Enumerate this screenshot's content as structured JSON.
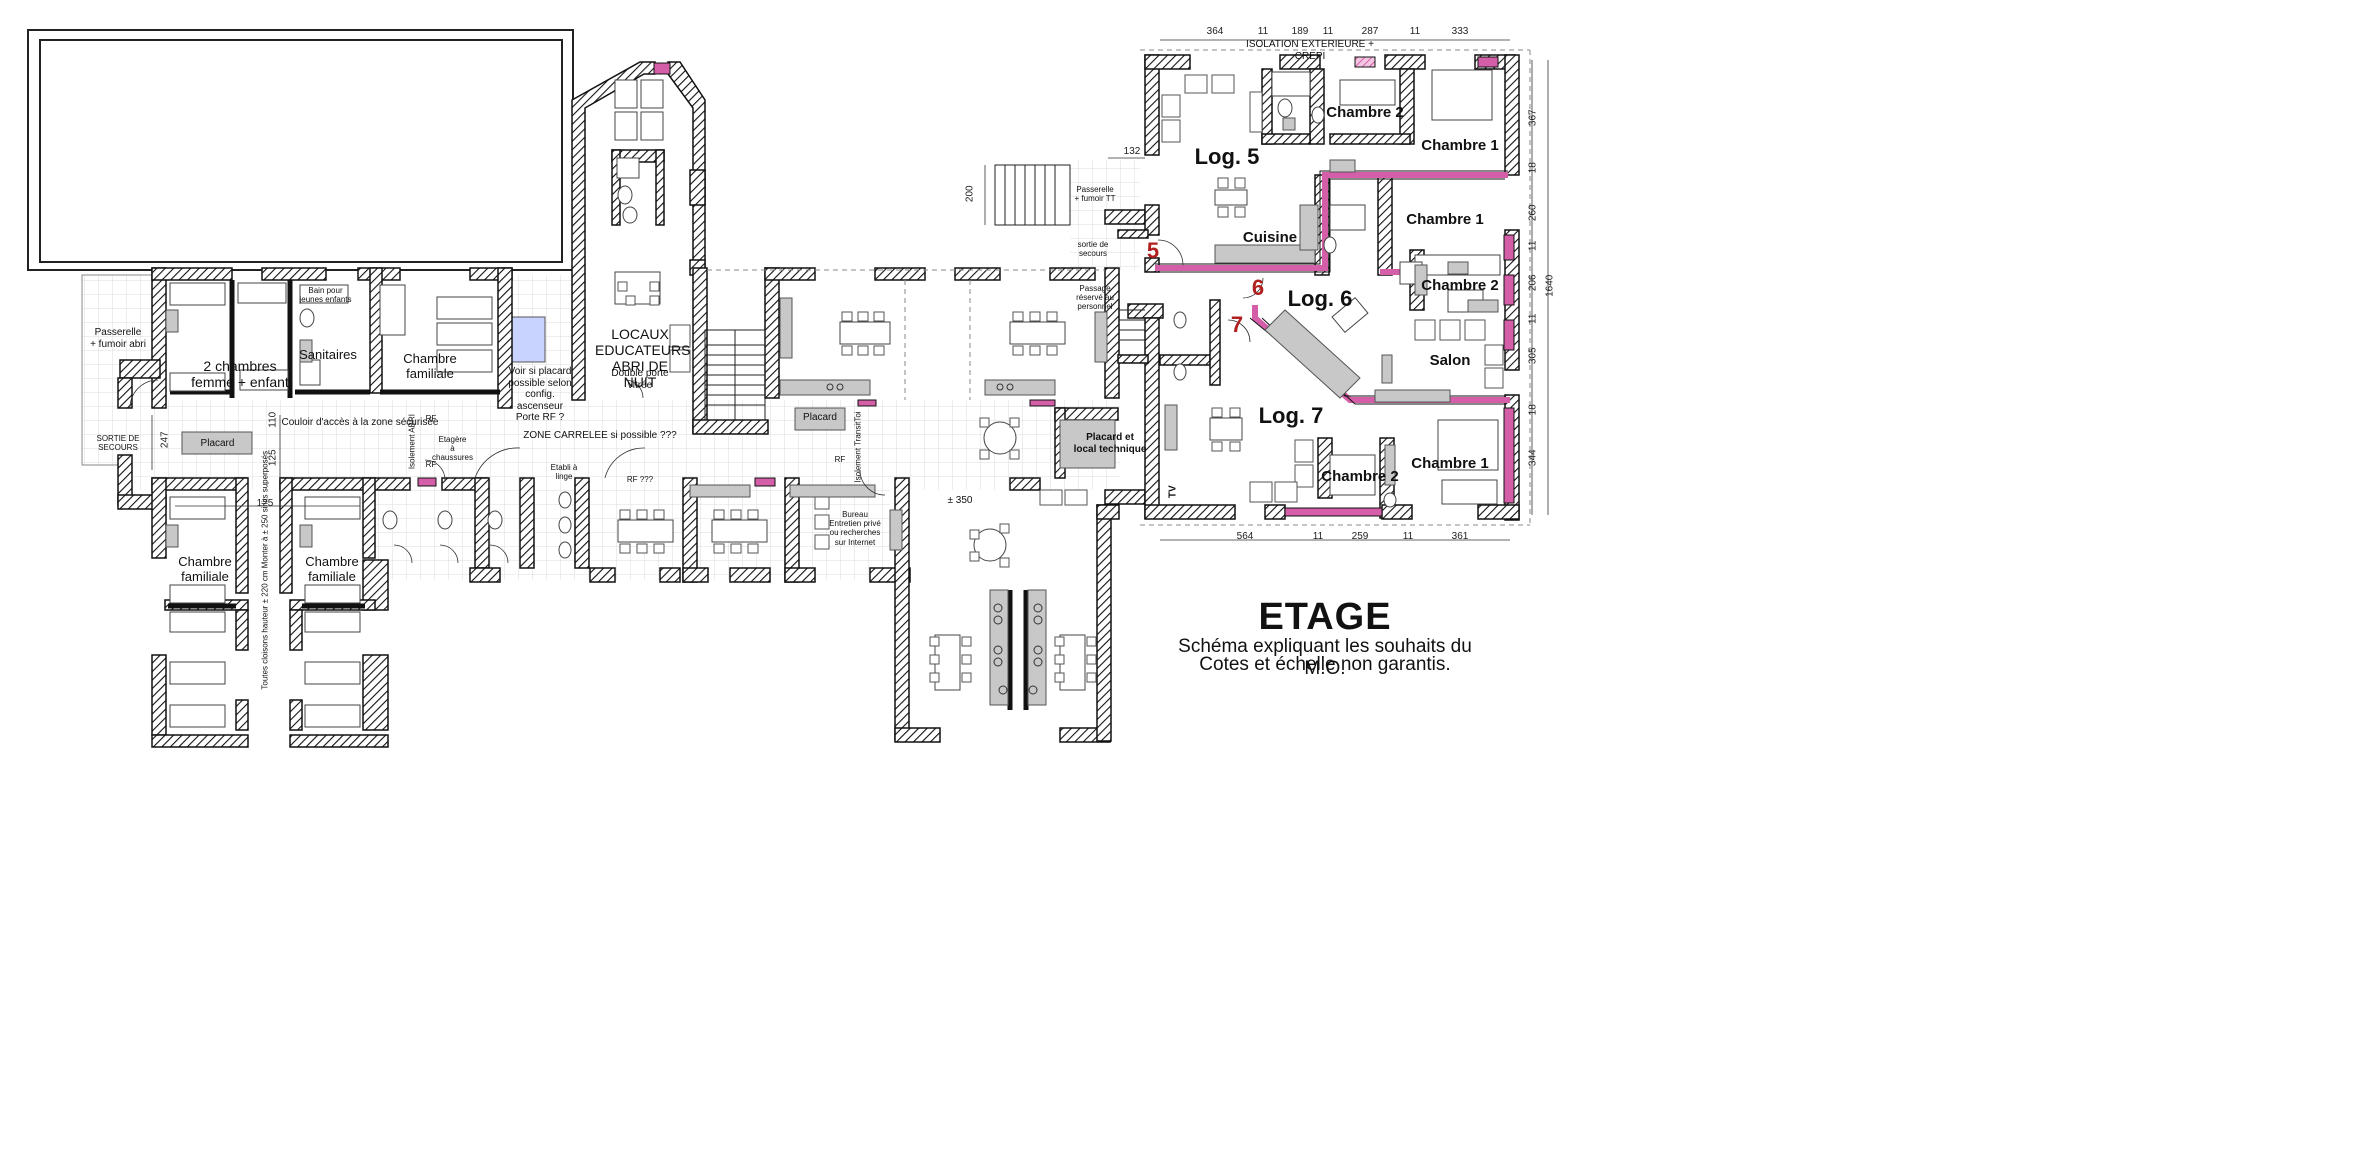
{
  "title": "ETAGE",
  "subtitle_line1": "Schéma expliquant les souhaits du M.O.",
  "subtitle_line2": "Cotes et échelle non garantis.",
  "colors": {
    "wall_fill": "#ffffff",
    "wall_hatch": "#111111",
    "pink_marker": "#d45fa8",
    "blue_area": "#c9d3ff",
    "furniture_grey": "#c8c8c8",
    "tile_grid": "#cfcfcf"
  },
  "rooms": {
    "passerelle_left": "Passerelle\n+ fumoir abri",
    "sortie_secours": "SORTIE DE\nSECOURS",
    "deux_chambres": "2 chambres\nfemme + enfant",
    "bain": "Bain pour\njeunes enfants",
    "sanitaires": "Sanitaires",
    "chambre_familiale_top": "Chambre familiale",
    "voir_placard": "Voir si placard\npossible selon\nconfig. ascenseur\nPorte RF ?",
    "locaux": "LOCAUX\nEDUCATEURS\nABRI DE NUIT",
    "double_porte": "Double porte\nvitrée",
    "couloir": "Couloir d'accès à la zone sécurisée",
    "placard_left": "Placard",
    "etagere": "Etagère\nà chaussures",
    "isolement": "Isolement ABRI",
    "zone_carrelee": "ZONE CARRELEE si possible ???",
    "placard_mid": "Placard",
    "rf1": "RF",
    "rf2": "RF",
    "rf3": "RF",
    "rf4": "RF ???",
    "isolement_transitoi": "Isolement\nTransitToi",
    "placard_technique": "Placard et\nlocal technique",
    "passage": "Passage\nréservé au\npersonnel",
    "passerelle_right": "Passerelle\n+ fumoir TT",
    "sortie_right": "sortie de\nsecours",
    "bureau": "Bureau\nEntretien privé\nou recherches\nsur Internet",
    "chambre_familiale_b1": "Chambre\nfamiliale",
    "chambre_familiale_b2": "Chambre\nfamiliale",
    "cloisons_note": "Toutes cloisons hauteur ± 220 cm\nMonter à ± 250 si lits superposés",
    "level_350": "± 350",
    "etabli": "Etabli à linge",
    "log5": "Log. 5",
    "log6": "Log. 6",
    "log7": "Log. 7",
    "cuisine": "Cuisine",
    "salon": "Salon",
    "chambre2_log5": "Chambre 2",
    "chambre1_log5": "Chambre 1",
    "chambre1_log6": "Chambre 1",
    "chambre2_log6": "Chambre 2",
    "chambre2_log7": "Chambre 2",
    "chambre1_log7": "Chambre 1",
    "tv": "TV",
    "isolation": "ISOLATION EXTERIEURE + CREPI",
    "red5": "5",
    "red6": "6",
    "red7": "7"
  },
  "dimensions": {
    "top": [
      "364",
      "11",
      "189",
      "11",
      "287",
      "11",
      "333"
    ],
    "bottom": [
      "564",
      "11",
      "259",
      "11",
      "361"
    ],
    "right": [
      "367",
      "18",
      "260",
      "11",
      "206",
      "11",
      "305",
      "18",
      "344"
    ],
    "total_right": "1640",
    "d132": "132",
    "d200": "200",
    "d110": "110",
    "d125v": "125",
    "d247": "247",
    "d125h": "125"
  }
}
